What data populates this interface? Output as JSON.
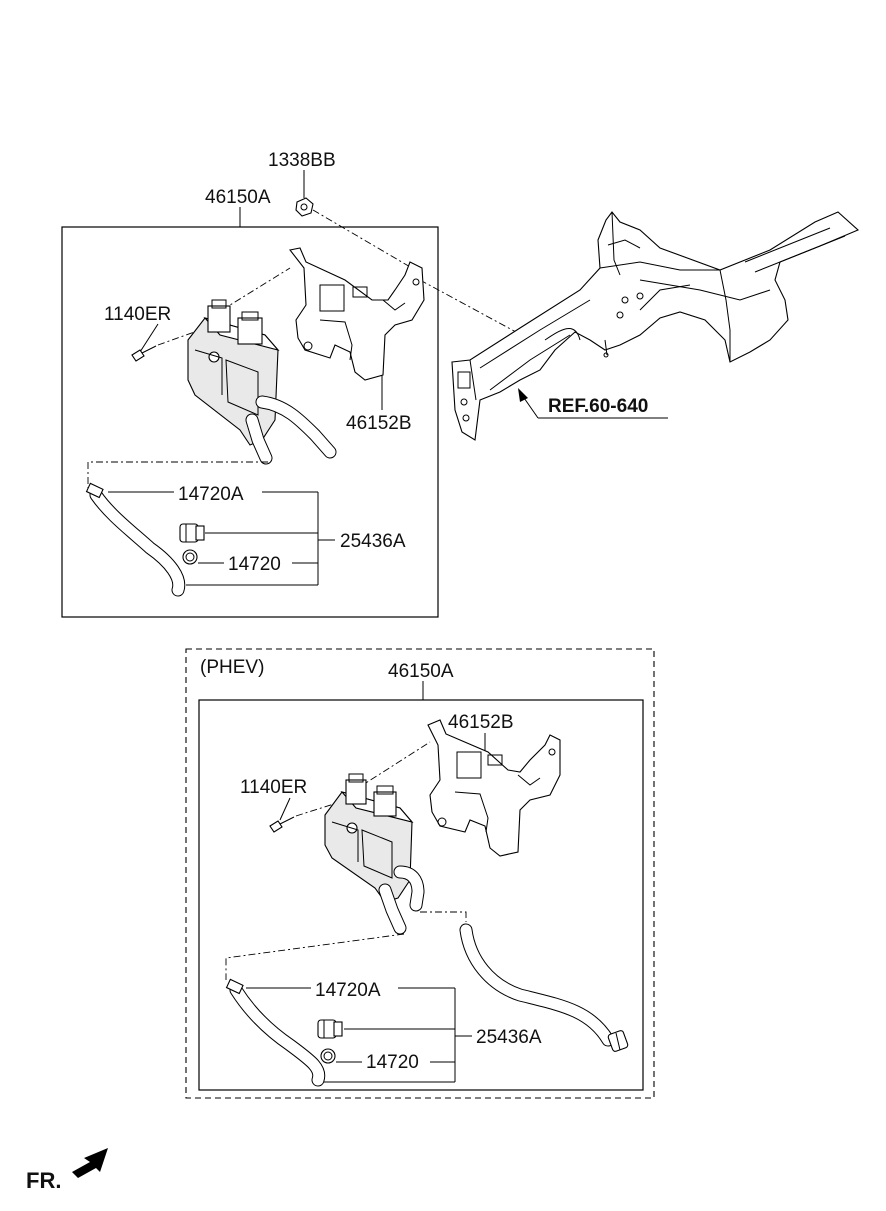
{
  "top_group": {
    "assembly_label": "46150A",
    "bolt_label": "1338BB",
    "screw_label": "1140ER",
    "bracket_label": "46152B",
    "hose_label": "14720A",
    "connector_label": "25436A",
    "clamp_label": "14720",
    "reference_label": "REF.60-640"
  },
  "phev_group": {
    "title": "(PHEV)",
    "assembly_label": "46150A",
    "bracket_label": "46152B",
    "screw_label": "1140ER",
    "hose_label": "14720A",
    "connector_label": "25436A",
    "clamp_label": "14720"
  },
  "footer": {
    "front_label": "FR."
  }
}
